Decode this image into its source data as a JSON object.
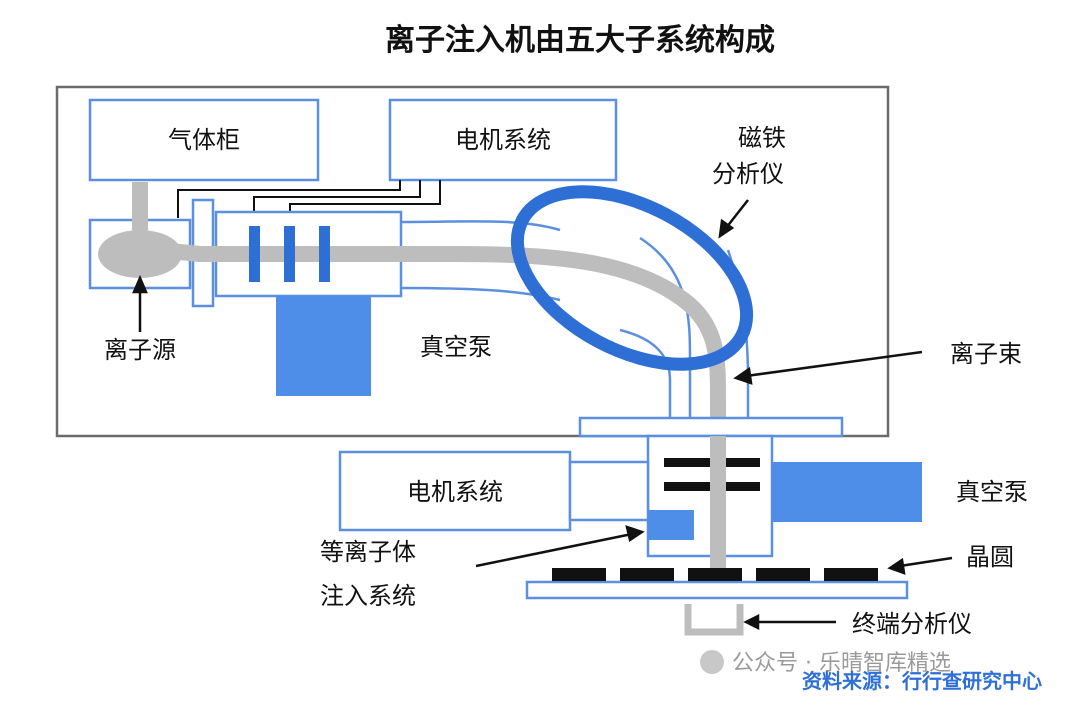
{
  "title": "离子注入机由五大子系统构成",
  "labels": {
    "gas_cabinet": "气体柜",
    "motor_system_top": "电机系统",
    "magnet_analyzer": [
      "磁铁",
      "分析仪"
    ],
    "ion_source": "离子源",
    "vacuum_pump_top": "真空泵",
    "ion_beam": "离子束",
    "motor_system_bottom": "电机系统",
    "vacuum_pump_right": "真空泵",
    "wafer": "晶圆",
    "plasma_system": [
      "等离子体",
      "注入系统"
    ],
    "end_analyzer": "终端分析仪"
  },
  "watermark": "公众号 · 乐晴智库精选",
  "source": "资料来源：行行查研究中心",
  "colors": {
    "blue": "#2e6fd6",
    "light_blue": "#4f8ee8",
    "grey_beam": "#bdbdbd",
    "frame_grey": "#6b6b6b",
    "outline_blue": "#5b8fe0"
  }
}
